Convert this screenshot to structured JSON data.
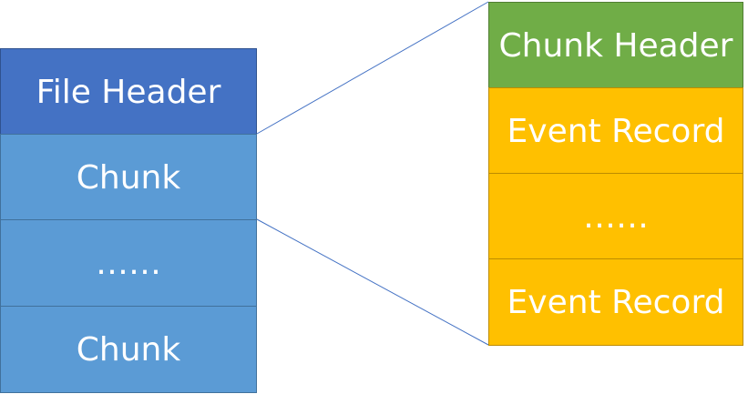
{
  "file_structure": {
    "blocks": [
      {
        "label": "File Header",
        "color": "#4472c4"
      },
      {
        "label": "Chunk",
        "color": "#5b9bd5"
      },
      {
        "label": "……",
        "color": "#5b9bd5"
      },
      {
        "label": "Chunk",
        "color": "#5b9bd5"
      }
    ]
  },
  "chunk_structure": {
    "blocks": [
      {
        "label": "Chunk Header",
        "color": "#70ad47"
      },
      {
        "label": "Event Record",
        "color": "#ffc000"
      },
      {
        "label": "……",
        "color": "#ffc000"
      },
      {
        "label": "Event Record",
        "color": "#ffc000"
      }
    ]
  },
  "connector_color": "#4472c4"
}
